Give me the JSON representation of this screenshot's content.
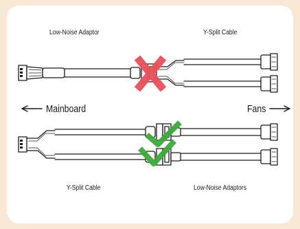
{
  "diagram": {
    "top_left_label": "Low-Noise Adaptor",
    "top_right_label": "Y-Split Cable",
    "bottom_left_label": "Y-Split Cable",
    "bottom_right_label": "Low-Noise Adaptors",
    "left_arrow_label": "Mainboard",
    "right_arrow_label": "Fans",
    "top_mark": "cross-icon",
    "bottom_mark": "check-icon",
    "colors": {
      "background": "#f8e9d6",
      "panel": "#ffffff",
      "cross": "#e8505b",
      "check": "#3daa3a",
      "line": "#1a1a1a"
    }
  }
}
